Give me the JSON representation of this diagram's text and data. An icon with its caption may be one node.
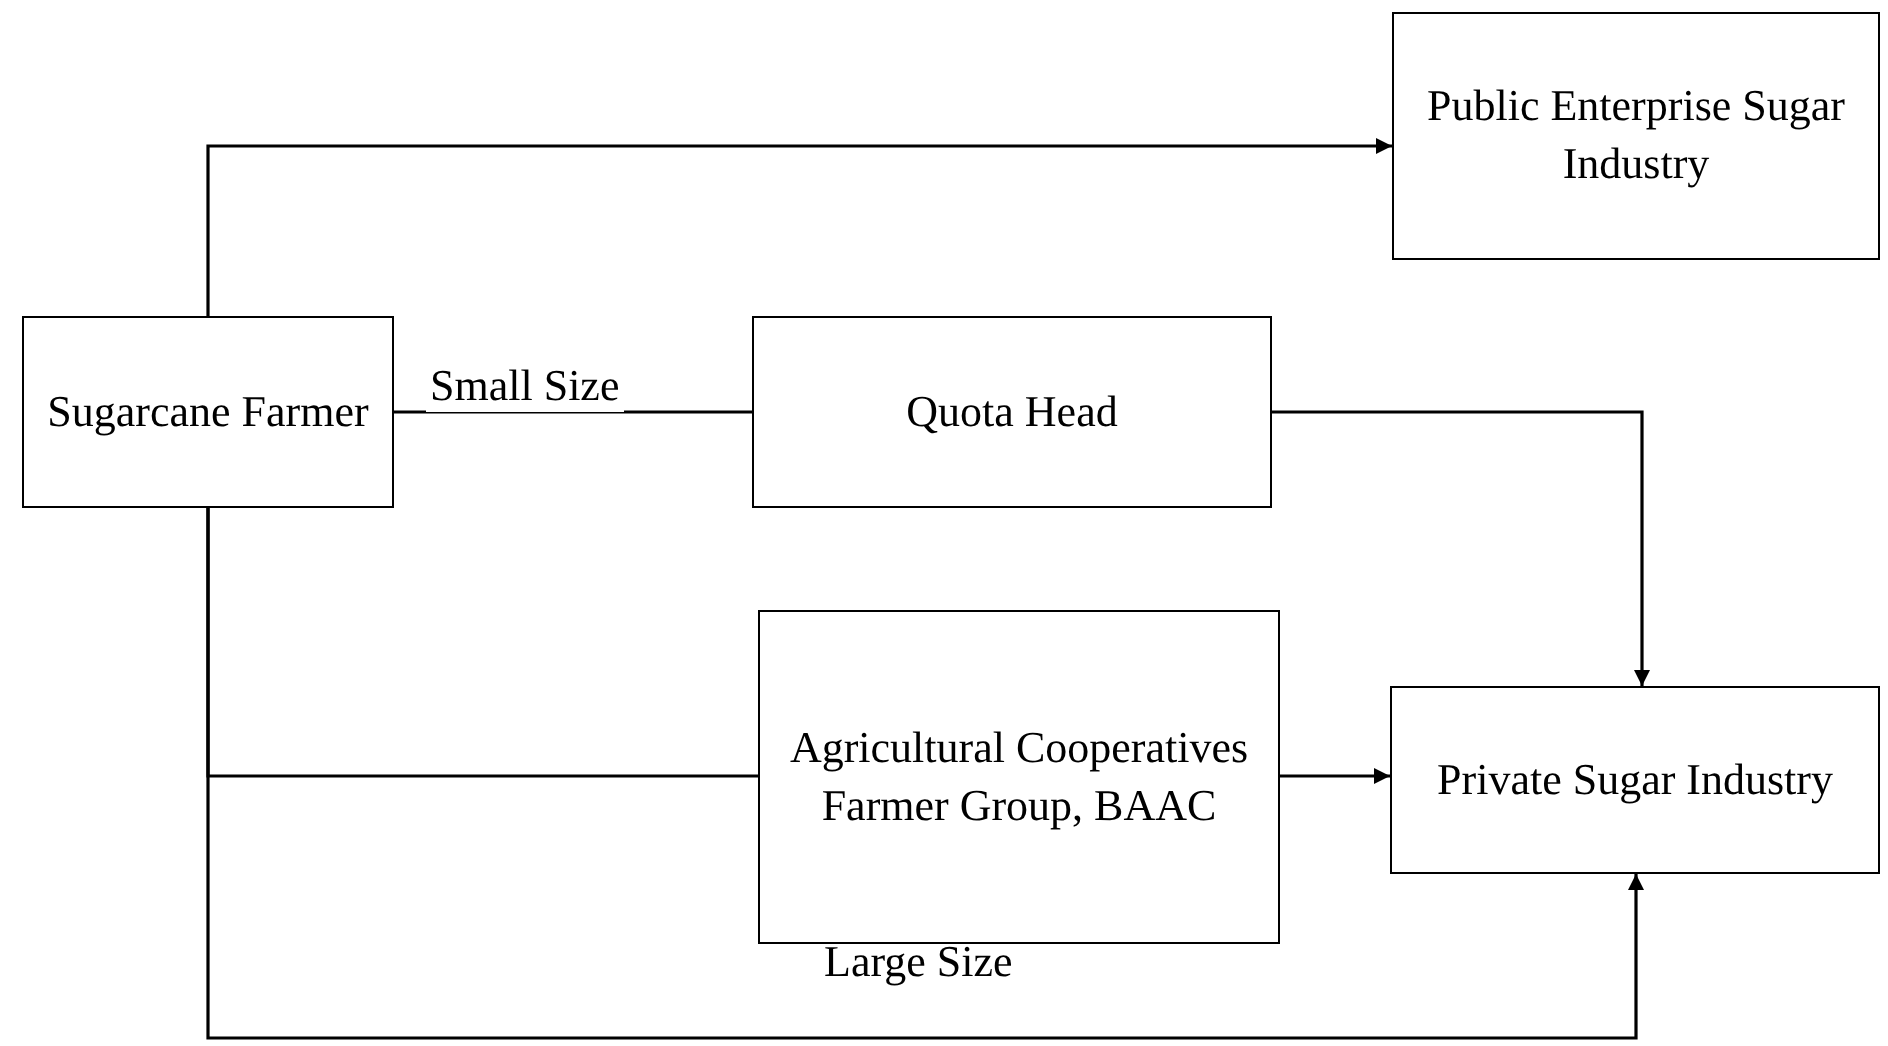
{
  "diagram": {
    "nodes": [
      {
        "text": [
          "Sugarcane Farmer"
        ]
      },
      {
        "text": [
          "Public Enterprise Sugar Industry"
        ]
      },
      {
        "text": [
          "Quota Head"
        ]
      },
      {
        "text": [
          "Agricultural Cooperatives Farmer Group, BAAC"
        ]
      },
      {
        "text": [
          "Private Sugar Industry"
        ]
      }
    ],
    "edges": [
      {
        "from": 0,
        "to": 1,
        "arrow": "to"
      },
      {
        "from": 0,
        "to": 2,
        "arrow": "none",
        "label": "Small Size"
      },
      {
        "from": 2,
        "to": 4,
        "arrow": "to"
      },
      {
        "from": 0,
        "to": 3,
        "arrow": "none"
      },
      {
        "from": 3,
        "to": 4,
        "arrow": "to"
      },
      {
        "from": 0,
        "to": 4,
        "arrow": "to",
        "label": "Large Size"
      }
    ]
  }
}
